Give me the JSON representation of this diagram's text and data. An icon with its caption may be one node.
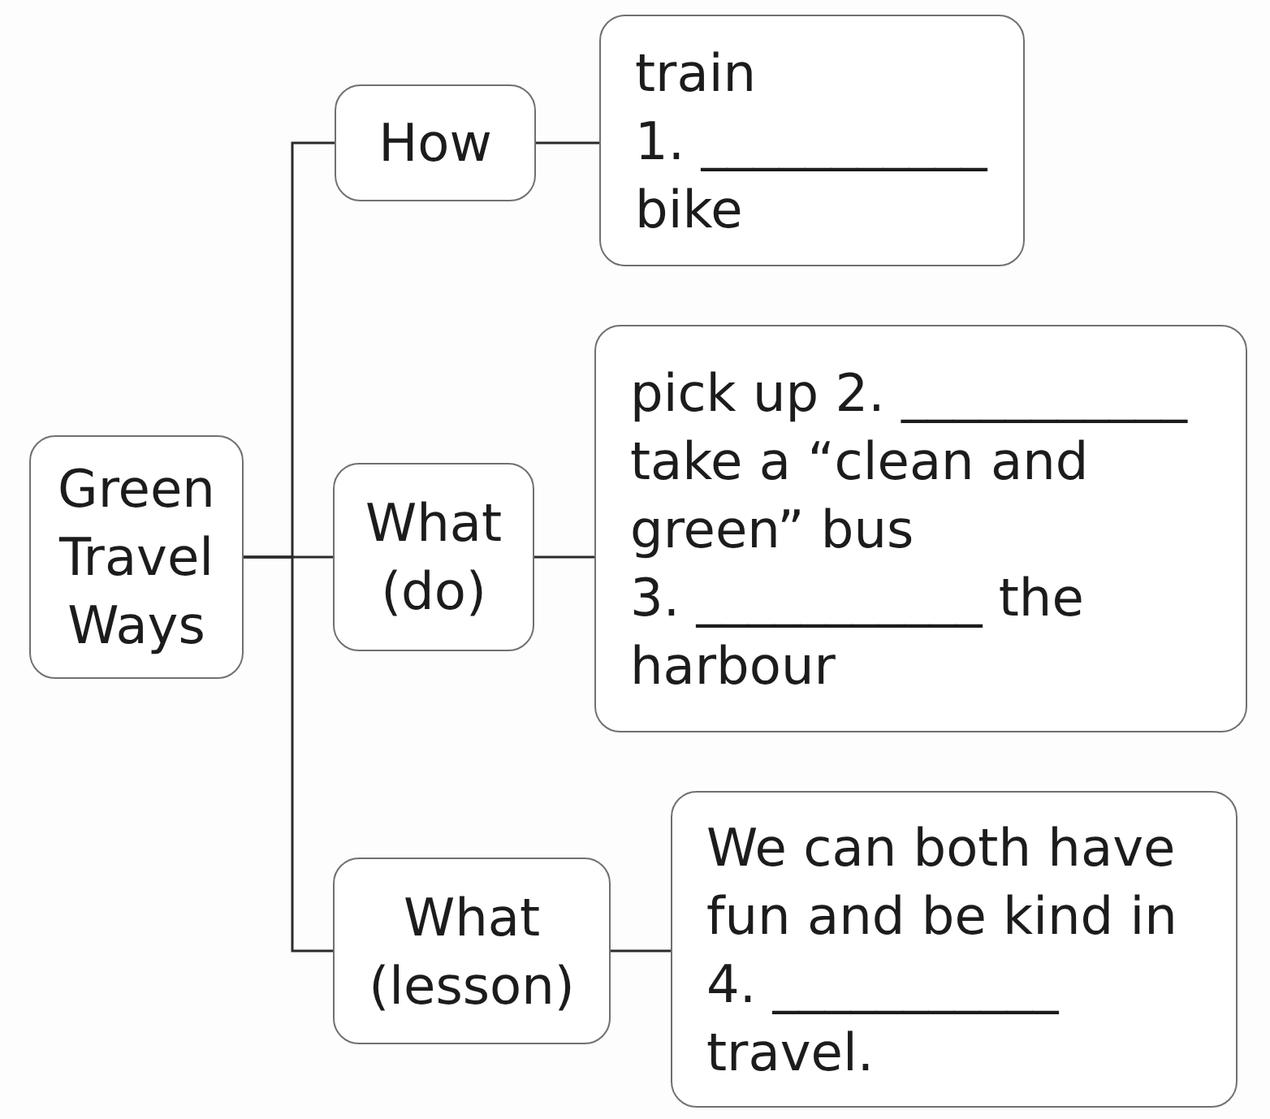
{
  "diagram": {
    "nodes": [
      {
        "text": [
          "Green Travel Ways"
        ]
      },
      {
        "text": [
          "How"
        ]
      },
      {
        "text": [
          "train",
          "1. ___________",
          "bike"
        ]
      },
      {
        "text": [
          "What (do)"
        ]
      },
      {
        "text": [
          "pick up 2. ___________",
          "take a “clean and green” bus",
          "3. ___________ the harbour"
        ]
      },
      {
        "text": [
          "What (lesson)"
        ]
      },
      {
        "text": [
          "We can both have fun and be kind in 4. ___________ travel."
        ]
      }
    ],
    "edges": [
      {
        "from": 0,
        "to": 1,
        "arrow": "none"
      },
      {
        "from": 0,
        "to": 3,
        "arrow": "none"
      },
      {
        "from": 0,
        "to": 5,
        "arrow": "none"
      },
      {
        "from": 1,
        "to": 2,
        "arrow": "none"
      },
      {
        "from": 3,
        "to": 4,
        "arrow": "none"
      },
      {
        "from": 5,
        "to": 6,
        "arrow": "none"
      }
    ]
  }
}
